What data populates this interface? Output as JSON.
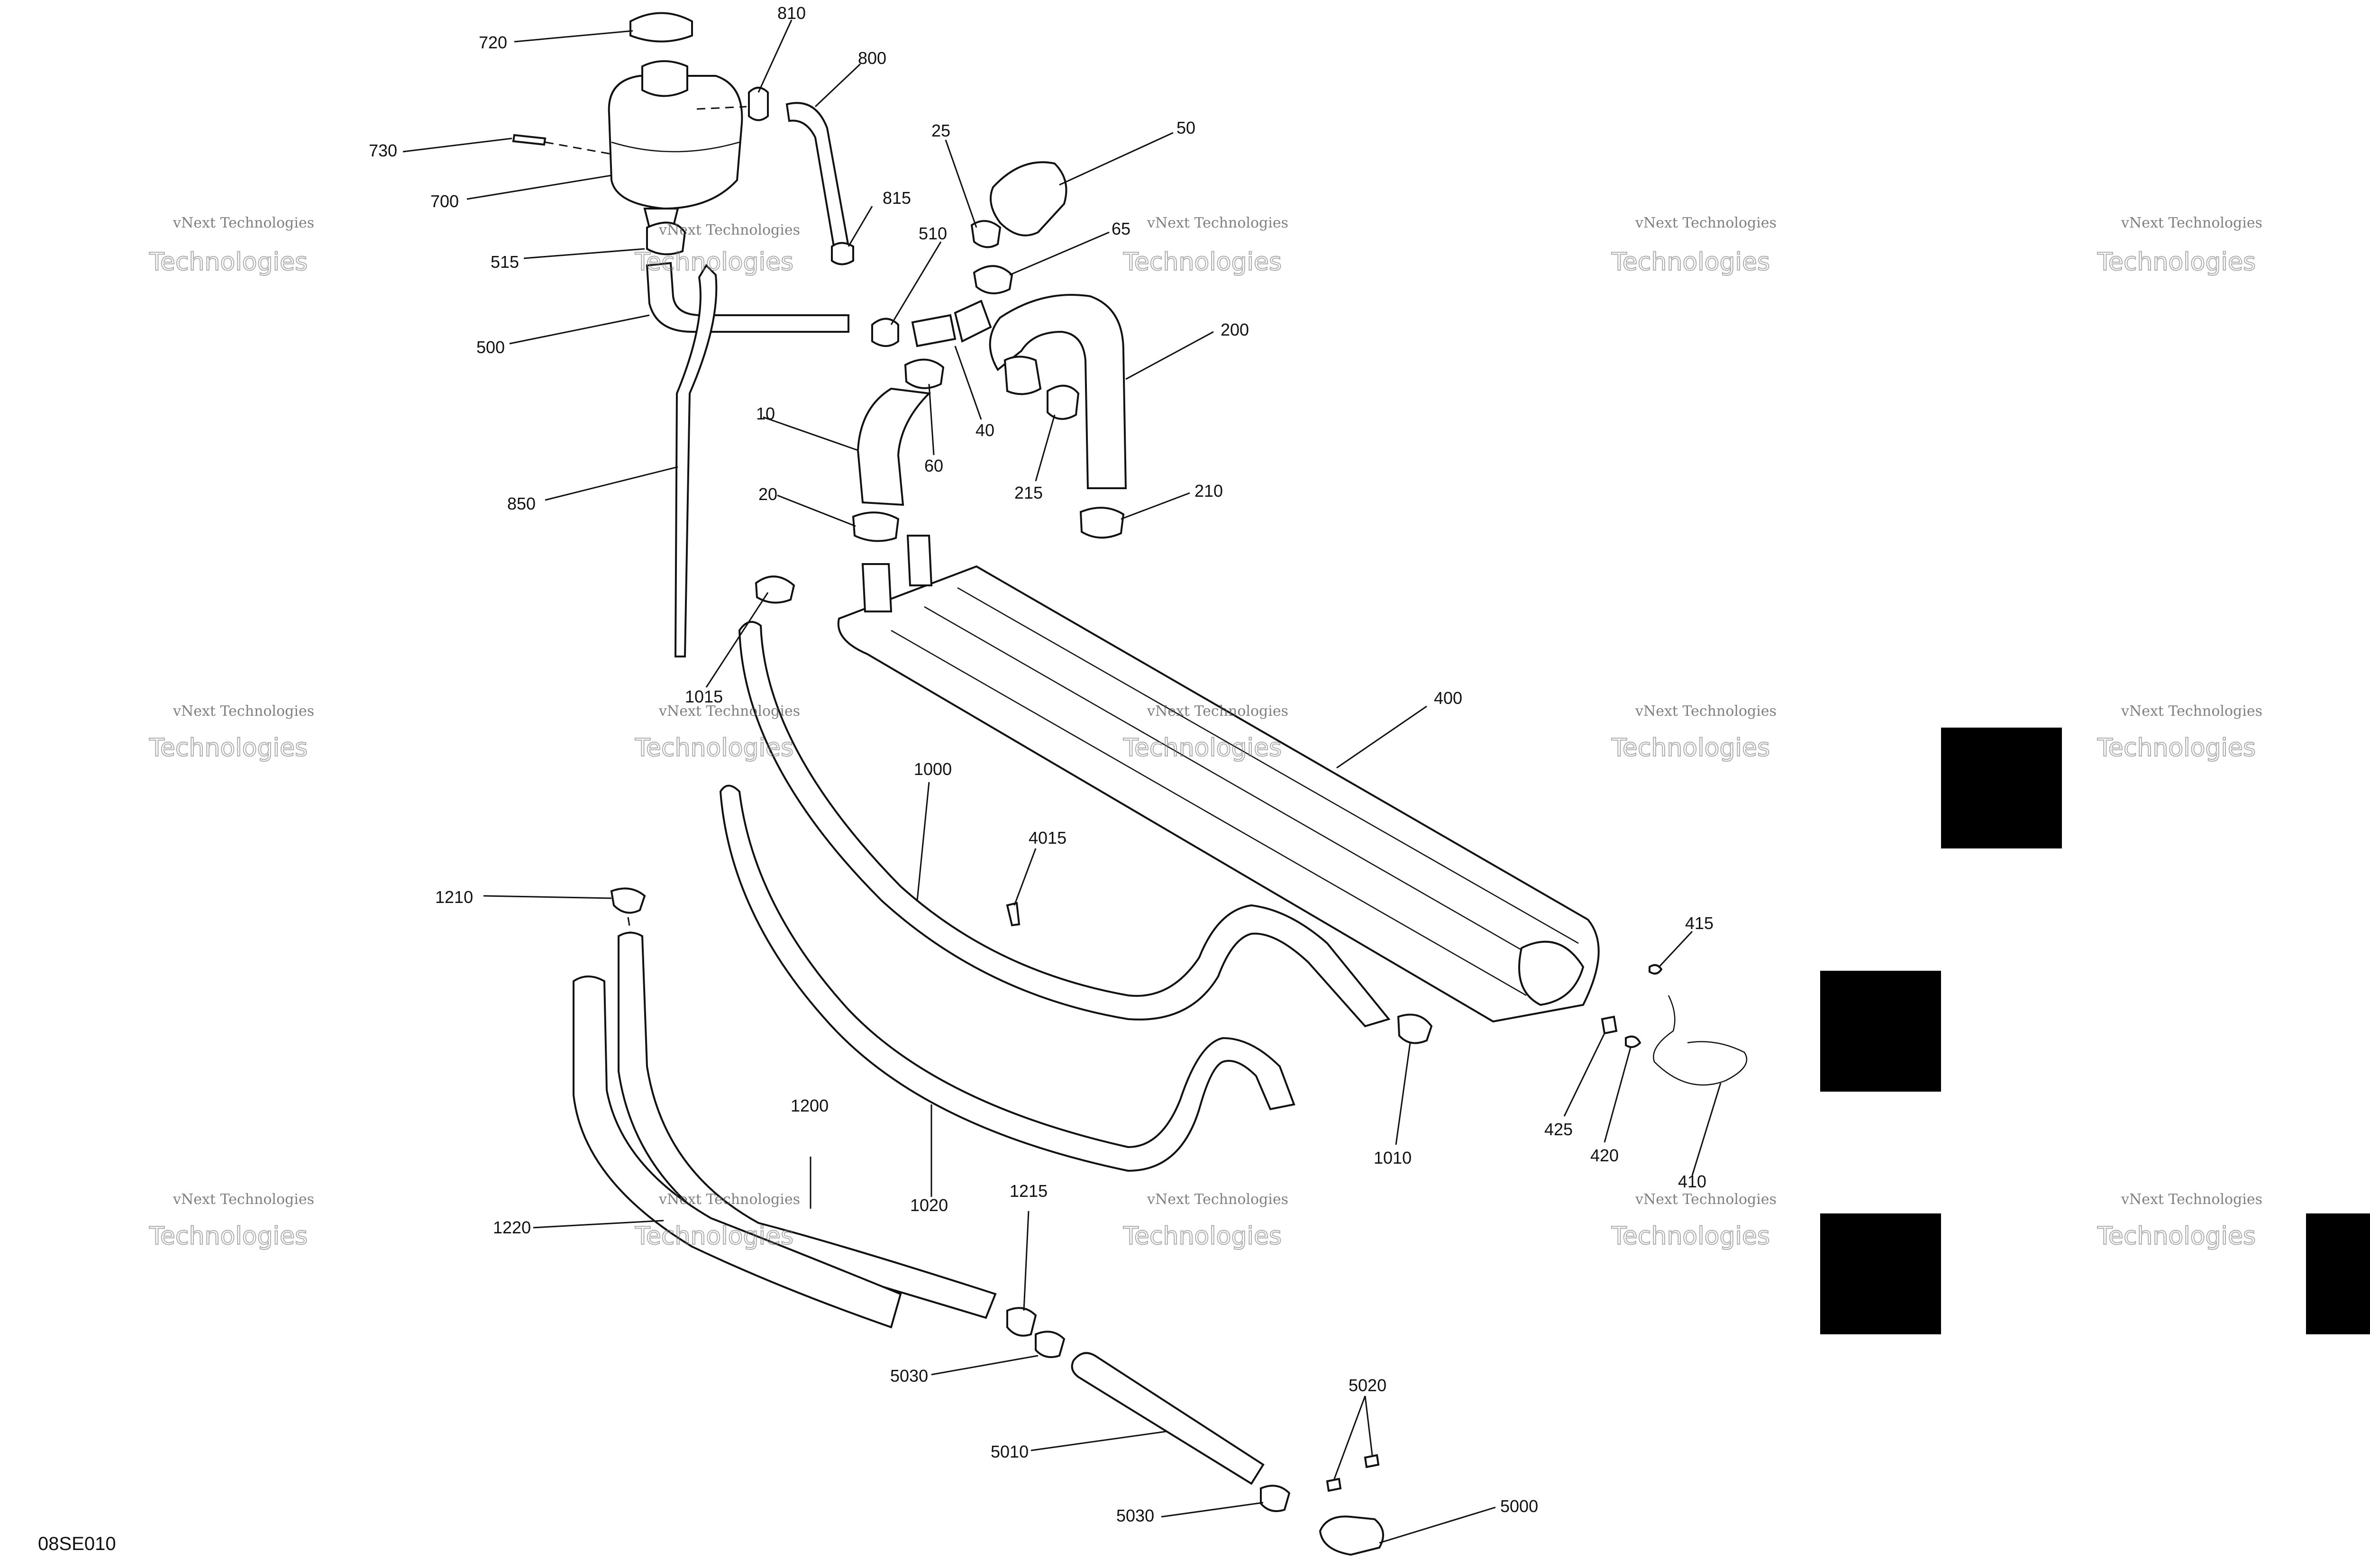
{
  "diagram": {
    "code": "08SE010",
    "watermark_line1": "vNext Technologies",
    "watermark_line2": "Technologies",
    "callouts": {
      "c720": "720",
      "c810": "810",
      "c800": "800",
      "c730": "730",
      "c700": "700",
      "c815": "815",
      "c515": "515",
      "c510": "510",
      "c25": "25",
      "c50": "50",
      "c65": "65",
      "c500": "500",
      "c200": "200",
      "c40": "40",
      "c10": "10",
      "c60": "60",
      "c215": "215",
      "c210": "210",
      "c20": "20",
      "c850": "850",
      "c1015": "1015",
      "c400": "400",
      "c1000": "1000",
      "c4015": "4015",
      "c1210": "1210",
      "c415": "415",
      "c1200": "1200",
      "c425": "425",
      "c420": "420",
      "c1010": "1010",
      "c410": "410",
      "c1020": "1020",
      "c1215": "1215",
      "c1220": "1220",
      "c5030a": "5030",
      "c5010": "5010",
      "c5020": "5020",
      "c5030b": "5030",
      "c5000": "5000"
    }
  }
}
